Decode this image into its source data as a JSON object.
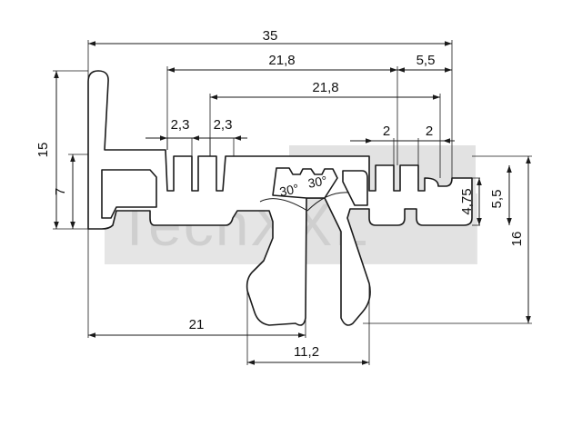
{
  "watermark": {
    "text": "TechXXL",
    "color": "#c8c8c8"
  },
  "dimensions": {
    "overall_width": "35",
    "upper_span": "21,8",
    "right_offset": "5,5",
    "lower_span": "21,8",
    "slot_left_1": "2,3",
    "slot_left_2": "2,3",
    "slot_right_1": "2",
    "slot_right_2": "2",
    "left_height": "15",
    "left_inner_height": "7",
    "right_depth": "4,75",
    "right_height": "5,5",
    "total_height": "16",
    "center_offset": "21",
    "foot_width": "11,2"
  },
  "angles": {
    "left": "30°",
    "right": "30°"
  },
  "colors": {
    "line": "#1a1a1a",
    "watermark": "#c8c8c8",
    "background": "#ffffff"
  }
}
